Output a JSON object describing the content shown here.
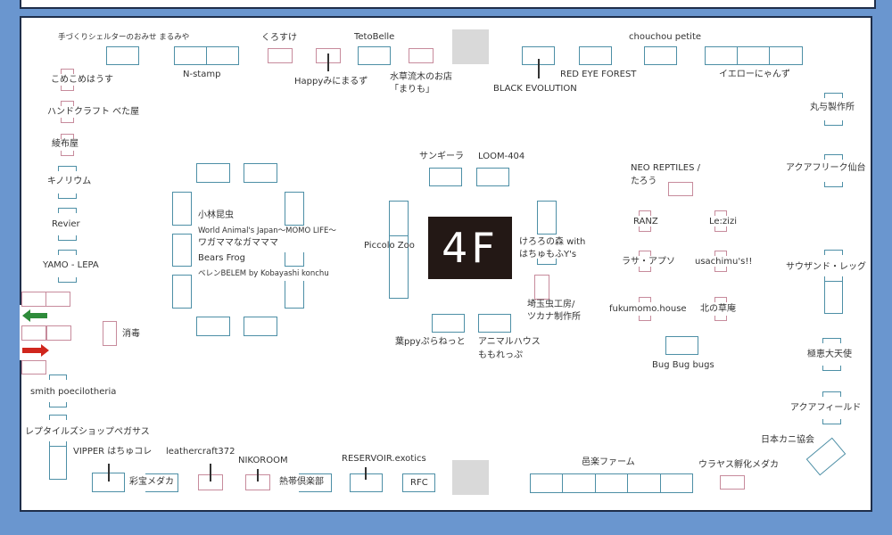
{
  "floor_label": "4F",
  "colors": {
    "booth_blue": "#4d8fa6",
    "booth_pink": "#c78b9c",
    "exit_arrow": "#2e8b3a",
    "entry_arrow": "#d0261d",
    "background": "#6a96cf"
  },
  "top_row": {
    "marumiya": "手づくりシェルターのおみせ まるみや",
    "kurosuke": "くろすけ",
    "tetobelle": "TetoBelle",
    "nstamp": "N-stamp",
    "happy": "Happyみにまるず",
    "marimo_1": "水草流木のお店",
    "marimo_2": "「まりも」",
    "chouchou": "chouchou petite",
    "red_eye": "RED EYE FOREST",
    "black_evo": "BLACK EVOLUTION",
    "yellow": "イエローにゃんず"
  },
  "left_column": [
    "こめこめはうす",
    "ハンドクラフト べた屋",
    "綾布屋",
    "キノリウム",
    "Revier",
    "YAMO - LEPA"
  ],
  "disinfect": "消毒",
  "left_lower": [
    "smith poecilotheria",
    "レプタイルズショップペガサス"
  ],
  "center_group": [
    "小林昆虫",
    "World Animal's Japan～MOMO LIFE～",
    "ワガママなガマママ",
    "Bears Frog",
    "ベレンBELEM by Kobayashi konchu"
  ],
  "center_4f": {
    "sangira": "サンギーラ",
    "loom": "LOOM-404",
    "piccolo": "Piccolo Zoo",
    "keroro_1": "けろろの森 with",
    "keroro_2": "はちゅもふY's",
    "saitama_1": "埼玉虫工房/",
    "saitama_2": "ツカナ制作所",
    "happy_planet": "葉ppyぷらねっと",
    "animal_1": "アニマルハウス",
    "animal_2": "ももれっぷ"
  },
  "right_center": {
    "neo_1": "NEO REPTILES /",
    "neo_2": "たろう",
    "ranz": "RANZ",
    "lezizi": "Le:zizi",
    "lhasa": "ラサ・アプソ",
    "usachimu": "usachimu's!!",
    "fukumomo": "fukumomo.house",
    "kita": "北の草庵",
    "bugbug": "Bug Bug bugs"
  },
  "right_column": [
    "丸与製作所",
    "アクアフリーク仙台",
    "サウザンド・レッグ",
    "極恵大天使",
    "アクアフィールド",
    "日本カニ協会"
  ],
  "bottom_row": {
    "vipper": "VIPPER はちゅコレ",
    "saiho": "彩宝メダカ",
    "leather": "leathercraft372",
    "nikoroom": "NIKOROOM",
    "nettai": "熱帯倶楽部",
    "reservoir": "RESERVOIR.exotics",
    "rfc": "RFC",
    "oraku": "邑楽ファーム",
    "urayasu": "ウラヤス孵化メダカ"
  }
}
